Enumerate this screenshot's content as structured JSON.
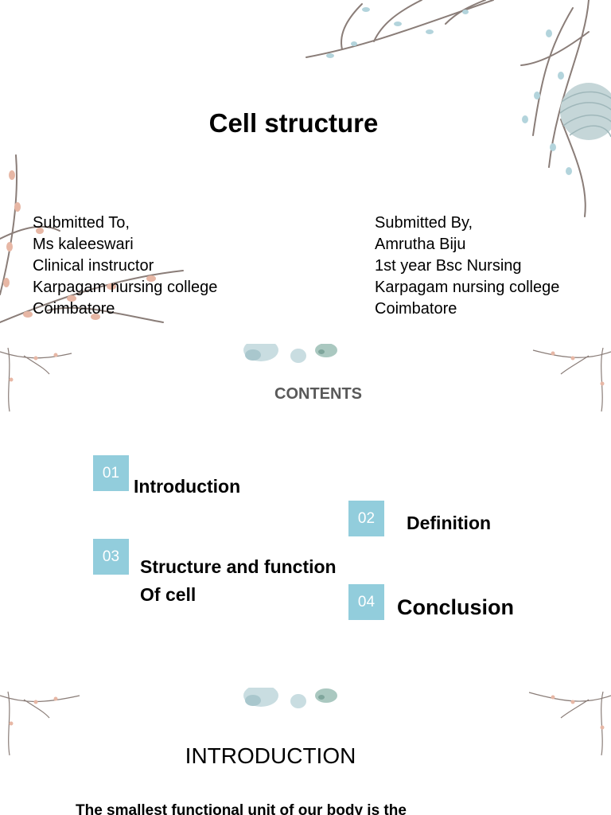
{
  "slide1": {
    "title": "Cell structure",
    "submitted_to": {
      "lines": [
        "Submitted To,",
        "Ms kaleeswari",
        "Clinical instructor",
        "Karpagam nursing college",
        "Coimbatore"
      ]
    },
    "submitted_by": {
      "lines": [
        "Submitted By,",
        "Amrutha Biju",
        "1st year Bsc Nursing",
        "Karpagam nursing college",
        "Coimbatore"
      ]
    }
  },
  "slide2": {
    "heading": "CONTENTS",
    "items": [
      {
        "number": "01",
        "label": "Introduction"
      },
      {
        "number": "02",
        "label": "Definition"
      },
      {
        "number": "03",
        "label_lines": [
          "Structure and function",
          "Of cell"
        ]
      },
      {
        "number": "04",
        "label": "Conclusion"
      }
    ]
  },
  "slide3": {
    "heading": "INTRODUCTION",
    "text": "The smallest functional unit of our body is the"
  },
  "colors": {
    "accent_box": "#92cddc",
    "contents_heading": "#595959",
    "branch": "#8a7d78",
    "bud_blue": "#b3d4dc",
    "bud_pink": "#e7b7a5"
  }
}
